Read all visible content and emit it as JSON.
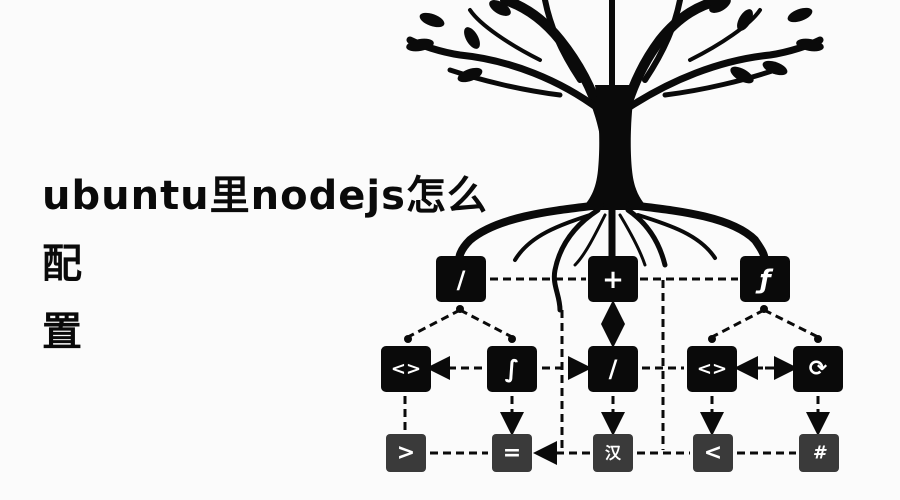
{
  "title": {
    "line1": "ubuntu里nodejs怎么配",
    "line2": "置"
  },
  "illustration": {
    "subject": "tree-with-roots-connecting-code-nodes",
    "colors": {
      "background": "#fbfbfb",
      "tree": "#0a0a0a",
      "node_dark": "#0a0a0a",
      "node_gray": "#3a3a3a",
      "glyph": "#ffffff"
    },
    "nodes": {
      "row1": [
        {
          "id": "n1",
          "glyph": "/"
        },
        {
          "id": "n2",
          "glyph": "+"
        },
        {
          "id": "n3",
          "glyph": "ƒ"
        }
      ],
      "row2": [
        {
          "id": "n4",
          "glyph": "<>"
        },
        {
          "id": "n5",
          "glyph": "∫"
        },
        {
          "id": "n6",
          "glyph": "/"
        },
        {
          "id": "n7",
          "glyph": "<>"
        },
        {
          "id": "n8",
          "glyph": "⟳"
        }
      ],
      "row3": [
        {
          "id": "n9",
          "glyph": ">"
        },
        {
          "id": "n10",
          "glyph": "="
        },
        {
          "id": "n11",
          "glyph": "汉"
        },
        {
          "id": "n12",
          "glyph": "<"
        },
        {
          "id": "n13",
          "glyph": "#"
        }
      ]
    }
  }
}
